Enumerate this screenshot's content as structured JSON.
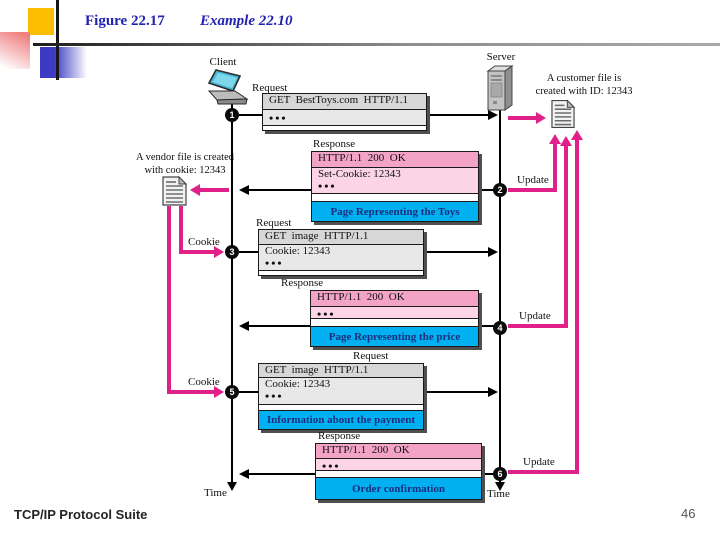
{
  "slide": {
    "figure_label": "Figure 22.17",
    "example_label": "Example 22.10",
    "footer": "TCP/IP Protocol Suite",
    "page_number": "46"
  },
  "diagram": {
    "client_label": "Client",
    "server_label": "Server",
    "client_time_label": "Time",
    "server_time_label": "Time",
    "vendor_note_line1": "A vendor file is created",
    "vendor_note_line2": "with cookie: 12343",
    "customer_note_line1": "A customer file is",
    "customer_note_line2": "created with ID: 12343",
    "cookie_label_1": "Cookie",
    "cookie_label_2": "Cookie",
    "update_label_1": "Update",
    "update_label_2": "Update",
    "update_label_3": "Update",
    "step_numbers": [
      "1",
      "2",
      "3",
      "4",
      "5",
      "6"
    ],
    "messages": [
      {
        "label": "Request",
        "header": "GET  BestToys.com  HTTP/1.1",
        "line1": "•••"
      },
      {
        "label": "Response",
        "header": "HTTP/1.1  200  OK",
        "line1": "Set-Cookie: 12343",
        "line2": "•••",
        "banner": "Page Representing the Toys"
      },
      {
        "label": "Request",
        "header": "GET  image  HTTP/1.1",
        "line1": "Cookie: 12343",
        "line2": "•••"
      },
      {
        "label": "Response",
        "header": "HTTP/1.1  200  OK",
        "line1": "•••",
        "banner": "Page Representing the price"
      },
      {
        "label": "Request",
        "header": "GET  image  HTTP/1.1",
        "line1": "Cookie: 12343",
        "line2": "•••",
        "banner": "Information about the payment"
      },
      {
        "label": "Response",
        "header": "HTTP/1.1  200  OK",
        "line1": "•••",
        "banner": "Order confirmation"
      }
    ],
    "colors": {
      "accent_pink": "#e0218a",
      "banner_cyan": "#00b0f0",
      "banner_text": "#1b2e7e",
      "response_header_pink": "#f3a3c5",
      "response_body_pink": "#fbd5e5",
      "request_header_gray": "#d7d7d7",
      "request_body_gray": "#e8e8e8",
      "title_blue": "#2222b2"
    }
  }
}
